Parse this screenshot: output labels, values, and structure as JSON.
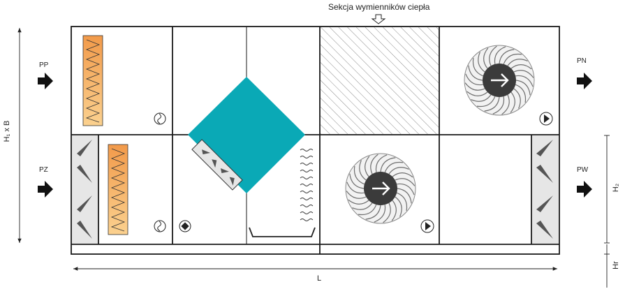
{
  "header": {
    "heat_exchanger_section": "Sekcja wymienników ciepła"
  },
  "dimensions": {
    "height_width": "H₁ x B",
    "upper_height": "H₂",
    "base_height": "Hr",
    "length": "L"
  },
  "air_streams": {
    "left_top": "PP",
    "left_bottom": "PZ",
    "right_top": "PN",
    "right_bottom": "PW"
  },
  "colors": {
    "heater_fill_top": "#f29a4a",
    "heater_fill_bottom": "#fbd18f",
    "rotor": "#0aa9b6",
    "damper_panel": "#e6e6e6",
    "fan_dark": "#3b3b3b",
    "frame": "#1a1a1a"
  },
  "icons": [
    "arrow-right-icon",
    "fan-icon",
    "heater-coil-icon",
    "damper-blade-icon",
    "play-symbol-icon",
    "filter-symbol-icon",
    "droplet-eliminator-icon"
  ]
}
